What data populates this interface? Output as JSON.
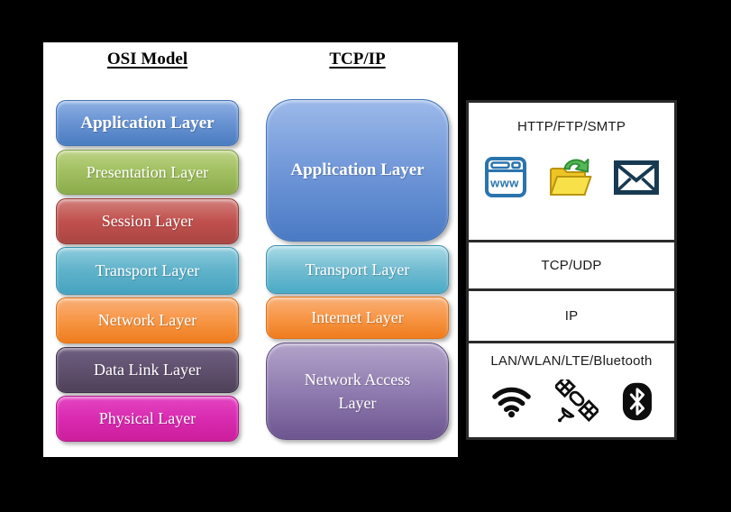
{
  "background_color": "#000000",
  "models": {
    "osi": {
      "title": "OSI Model",
      "layers": [
        {
          "label": "Application Layer",
          "color": "#4a7cc1",
          "emphasis": true
        },
        {
          "label": "Presentation Layer",
          "color": "#9bbb59",
          "emphasis": false
        },
        {
          "label": "Session Layer",
          "color": "#c0504d",
          "emphasis": false
        },
        {
          "label": "Transport Layer",
          "color": "#4bacc6",
          "emphasis": false
        },
        {
          "label": "Network Layer",
          "color": "#f79646",
          "emphasis": false
        },
        {
          "label": "Data Link Layer",
          "color": "#5d4c6d",
          "emphasis": false
        },
        {
          "label": "Physical Layer",
          "color": "#d926a8",
          "emphasis": false
        }
      ]
    },
    "tcpip": {
      "title": "TCP/IP",
      "layers": [
        {
          "label": "Application Layer",
          "color": "#5b86cd",
          "emphasis": true
        },
        {
          "label": "Transport Layer",
          "color": "#4bacc6",
          "emphasis": false
        },
        {
          "label": "Internet Layer",
          "color": "#f79646",
          "emphasis": false
        },
        {
          "label": "Network Access Layer",
          "color": "#8064a2",
          "emphasis": false
        }
      ]
    }
  },
  "protocols": {
    "rows": [
      {
        "label": "HTTP/FTP/SMTP",
        "icons": [
          "browser-www-icon",
          "file-transfer-folder-icon",
          "email-envelope-icon"
        ]
      },
      {
        "label": "TCP/UDP",
        "icons": []
      },
      {
        "label": "IP",
        "icons": []
      },
      {
        "label": "LAN/WLAN/LTE/Bluetooth",
        "icons": [
          "wifi-icon",
          "satellite-icon",
          "bluetooth-icon"
        ]
      }
    ],
    "border_color": "#2b2b2b",
    "cell_background": "#ffffff"
  },
  "icon_text": {
    "browser_www": "www"
  },
  "icon_colors": {
    "browser_blue": "#2a74ae",
    "folder_yellow": "#f3cf2e",
    "folder_outline": "#b99410",
    "arrow_green": "#57b857",
    "envelope_teal": "#173a52",
    "black_icons": "#0d0d0d"
  }
}
